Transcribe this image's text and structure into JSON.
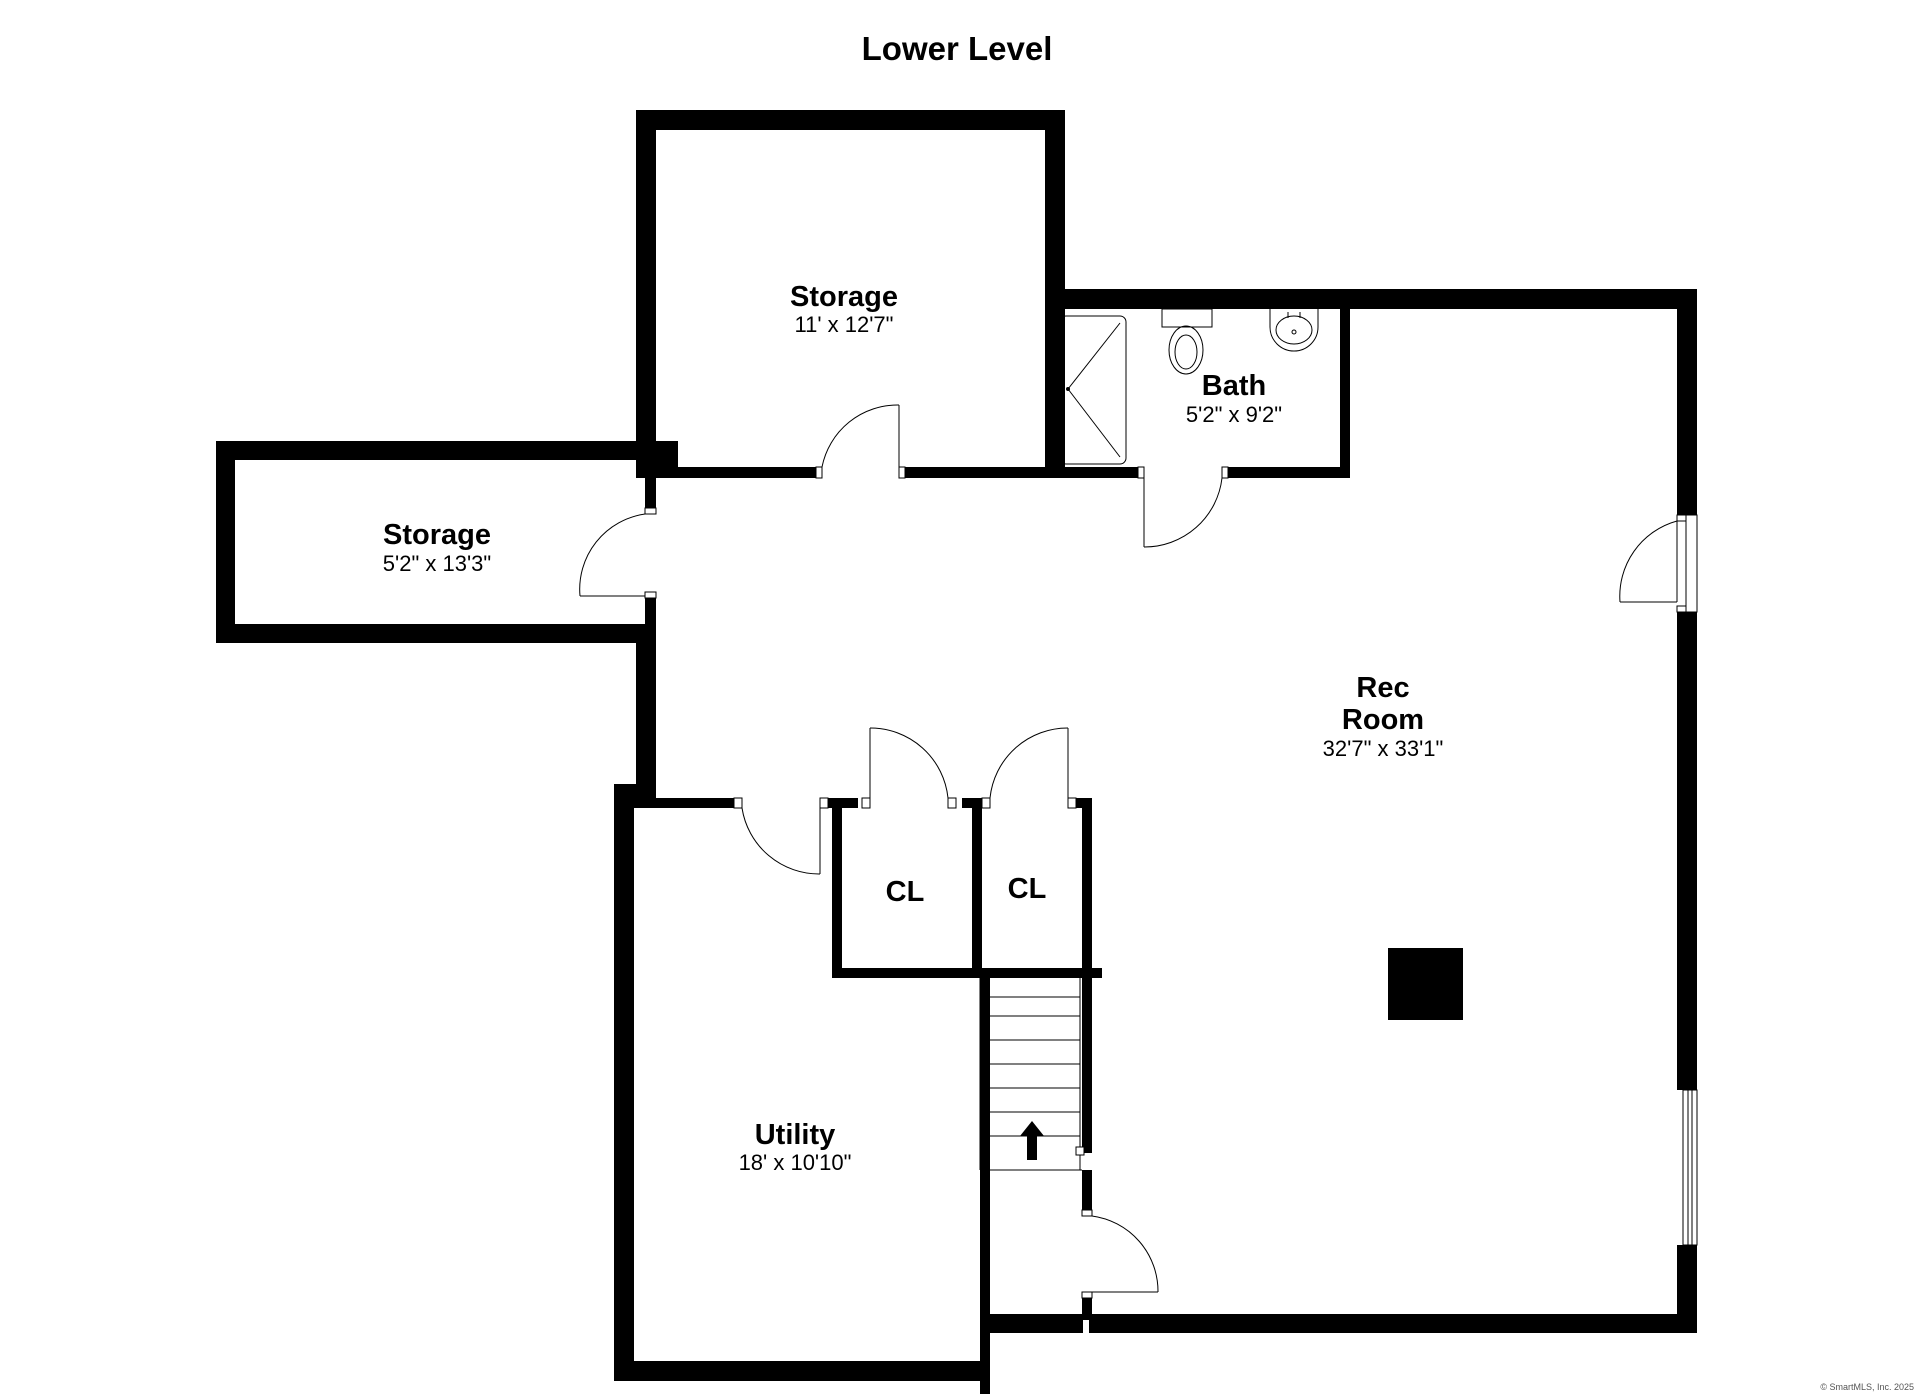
{
  "title": "Lower Level",
  "rooms": [
    {
      "name": "Storage",
      "dims": "11' x 12'7\""
    },
    {
      "name": "Storage",
      "dims": "5'2\" x 13'3\""
    },
    {
      "name": "Bath",
      "dims": "5'2\" x 9'2\""
    },
    {
      "name": "Rec",
      "name2": "Room",
      "dims": "32'7\" x 33'1\""
    },
    {
      "name": "CL",
      "dims": ""
    },
    {
      "name": "CL",
      "dims": ""
    },
    {
      "name": "Utility",
      "dims": "18' x 10'10\""
    }
  ],
  "copyright": "© SmartMLS, Inc.  2025",
  "colors": {
    "wall": "#000000",
    "background": "#ffffff"
  },
  "icons": [
    "toilet-icon",
    "sink-icon",
    "shower-icon",
    "stairs-up-arrow-icon",
    "fixture-square-icon"
  ]
}
